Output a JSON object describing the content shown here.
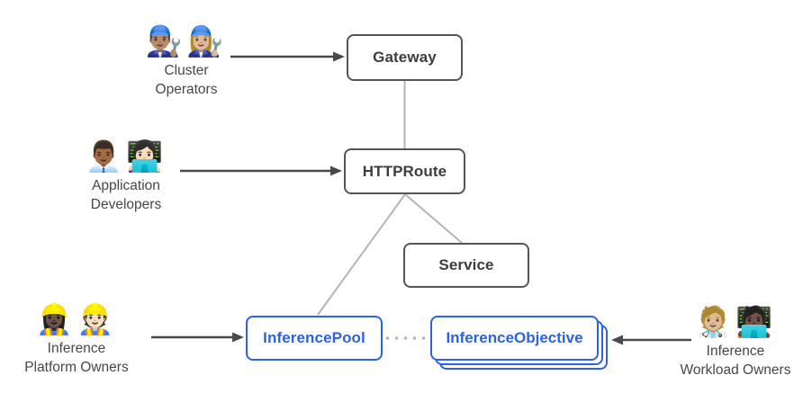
{
  "palette": {
    "node_border": "#555555",
    "node_text": "#3d3d3d",
    "accent_blue": "#2b62e9",
    "connector_gray": "#b5b5b5",
    "arrow_dark": "#4a4a4a",
    "background": "#ffffff"
  },
  "nodes": {
    "gateway": {
      "label": "Gateway"
    },
    "httproute": {
      "label": "HTTPRoute"
    },
    "service": {
      "label": "Service"
    },
    "inference_pool": {
      "label": "InferencePool"
    },
    "inference_objective": {
      "label": "InferenceObjective"
    }
  },
  "actors": {
    "cluster_operators": {
      "emojis": "👨🏽‍🔧👩🏼‍🔧",
      "lines": [
        "Cluster",
        "Operators"
      ]
    },
    "application_developers": {
      "emojis": "👨🏾‍💼👩🏻‍💻",
      "lines": [
        "Application",
        "Developers"
      ]
    },
    "inference_platform_owners": {
      "emojis": "👷🏿‍♀️👷🏻",
      "lines": [
        "Inference",
        "Platform Owners"
      ]
    },
    "inference_workload_owners": {
      "emojis": "🧑🏼‍⚕️🧑🏿‍💻",
      "lines": [
        "Inference",
        "Workload Owners"
      ]
    }
  }
}
